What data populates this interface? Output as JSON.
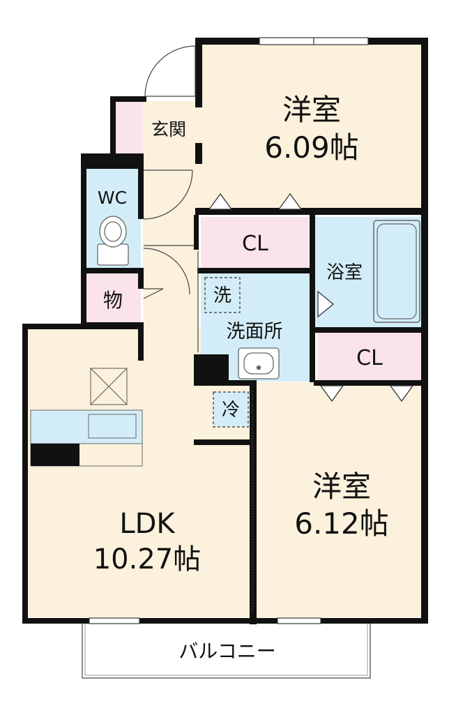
{
  "rooms": {
    "bedroom_north": {
      "name": "洋室",
      "size": "6.09帖"
    },
    "bedroom_south": {
      "name": "洋室",
      "size": "6.12帖"
    },
    "ldk": {
      "name": "LDK",
      "size": "10.27帖"
    },
    "entrance": "玄関",
    "wc": "WC",
    "storage": "物",
    "closet_top": "CL",
    "closet_right": "CL",
    "bathroom": "浴室",
    "washroom": "洗面所",
    "washer": "洗",
    "fridge": "冷",
    "balcony": "バルコニー"
  },
  "colors": {
    "room_fill": "#fbf1dc",
    "wet_area_fill": "#d3edf8",
    "closet_fill": "#fbe3ea",
    "wall": "#111111"
  }
}
